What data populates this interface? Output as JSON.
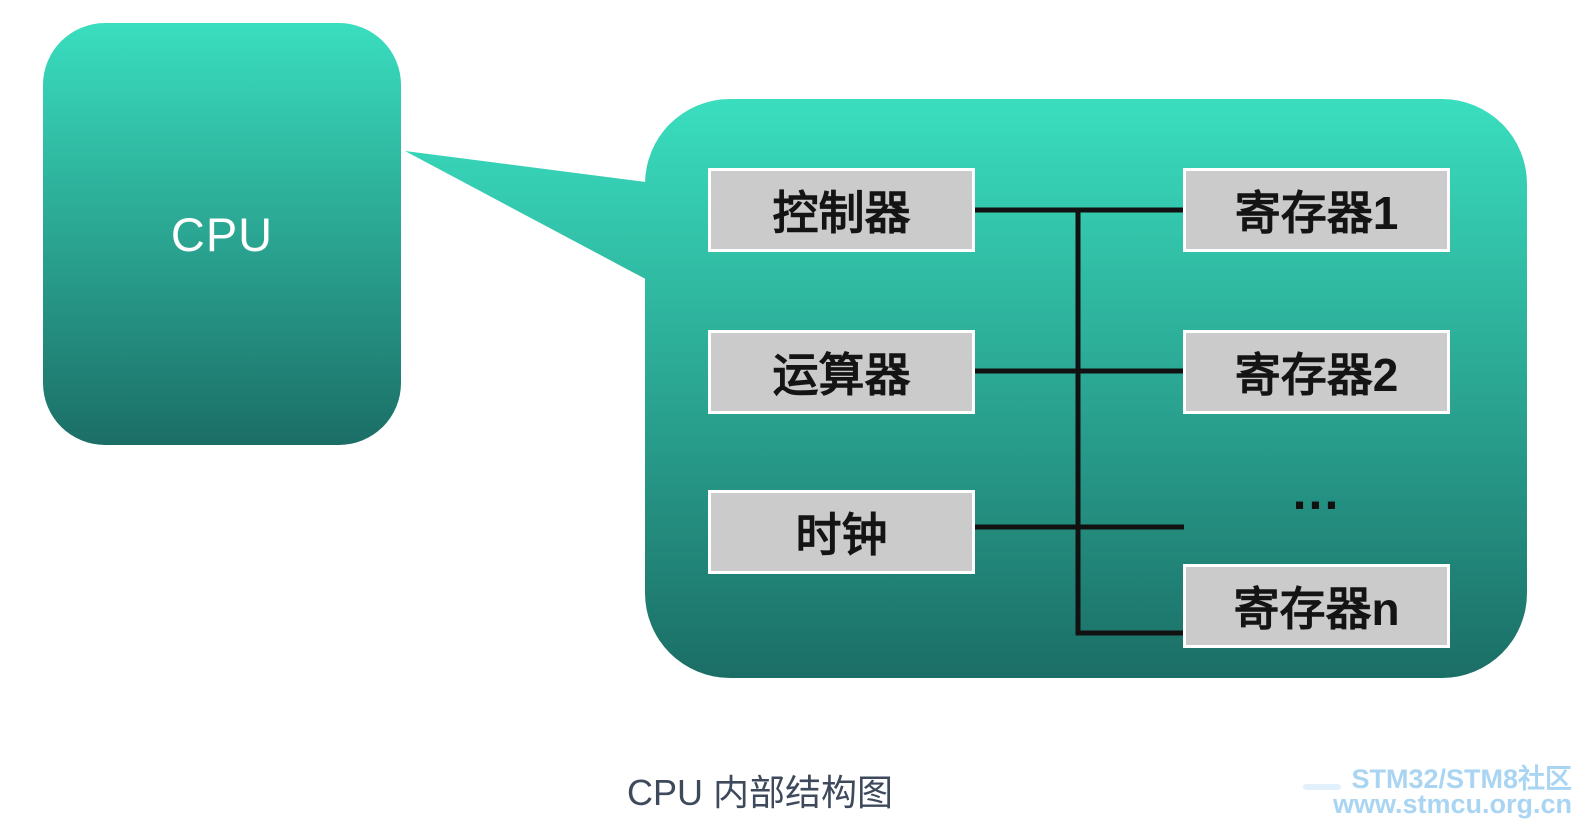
{
  "colors": {
    "gradient_top": "#3ADEBF",
    "gradient_bottom": "#1B6E66",
    "box_fill": "#CBCBCB",
    "box_border": "#FFFFFF",
    "line": "#111111",
    "module_text": "#141414",
    "cpu_text": "#FFFFFF",
    "caption_text": "#3E4A5B",
    "watermark_text": "#A9D5F2"
  },
  "diagram": {
    "cpu_label": "CPU",
    "left_modules": [
      {
        "label": "控制器"
      },
      {
        "label": "运算器"
      },
      {
        "label": "时钟"
      }
    ],
    "registers": [
      {
        "label": "寄存器1"
      },
      {
        "label": "寄存器2"
      },
      {
        "label": "寄存器n"
      }
    ],
    "ellipsis": "...",
    "caption": "CPU 内部结构图"
  },
  "watermark": {
    "line1": "STM32/STM8社区",
    "line2": "www.stmcu.org.cn"
  }
}
